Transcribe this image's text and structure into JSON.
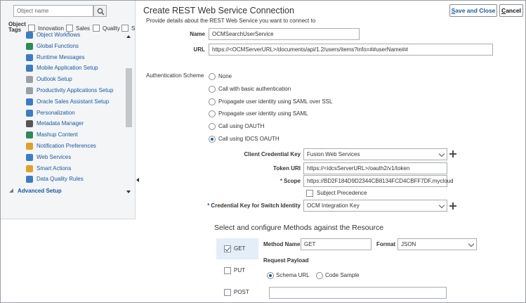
{
  "left_panel": {
    "search_placeholder": "Object name",
    "tags_label_1": "Object",
    "tags_label_2": "Tags",
    "tags": [
      "Innovation",
      "Sales",
      "Quality",
      "S"
    ],
    "nav_items": [
      {
        "label": "Object Workflows",
        "icon": "workflow-icon",
        "color": "#3b7dc4"
      },
      {
        "label": "Global Functions",
        "icon": "function-icon",
        "color": "#2e8b57"
      },
      {
        "label": "Runtime Messages",
        "icon": "message-icon",
        "color": "#3b7dc4"
      },
      {
        "label": "Mobile Application Setup",
        "icon": "mobile-icon",
        "color": "#3b7dc4"
      },
      {
        "label": "Outlook Setup",
        "icon": "outlook-icon",
        "color": "#9aa0a6"
      },
      {
        "label": "Productivity Applications Setup",
        "icon": "productivity-icon",
        "color": "#9aa0a6"
      },
      {
        "label": "Oracle Sales Assistant Setup",
        "icon": "assistant-icon",
        "color": "#3b7dc4"
      },
      {
        "label": "Personalization",
        "icon": "personalization-icon",
        "color": "#3b7dc4"
      },
      {
        "label": "Metadata Manager",
        "icon": "metadata-icon",
        "color": "#555555"
      },
      {
        "label": "Mashup Content",
        "icon": "mashup-icon",
        "color": "#2e8b57"
      },
      {
        "label": "Notification Preferences",
        "icon": "notification-icon",
        "color": "#e0a030"
      },
      {
        "label": "Web Services",
        "icon": "web-services-icon",
        "color": "#3b7dc4"
      },
      {
        "label": "Smart Actions",
        "icon": "smart-actions-icon",
        "color": "#e0a030"
      },
      {
        "label": "Data Quality Rules",
        "icon": "data-quality-icon",
        "color": "#3b7dc4"
      }
    ],
    "advanced_setup": "Advanced Setup"
  },
  "header": {
    "title": "Create REST Web Service Connection",
    "subtitle": "Provide details about the REST Web Service you want to connect to",
    "save_close": "Save and Close",
    "cancel": "Cancel"
  },
  "form": {
    "name_label": "Name",
    "name_value": "OCMSearchUserService",
    "url_label": "URL",
    "url_value": "https://<OCMServerURL>/documents/api/1.2/users/items?info=##userName##",
    "auth_label": "Authentication Scheme",
    "auth_options": [
      {
        "label": "None",
        "selected": false
      },
      {
        "label": "Call with basic authentication",
        "selected": false
      },
      {
        "label": "Propagate user identity using SAML over SSL",
        "selected": false
      },
      {
        "label": "Propagate user identity using SAML",
        "selected": false
      },
      {
        "label": "Call using OAUTH",
        "selected": false
      },
      {
        "label": "Call using IDCS OAUTH",
        "selected": true
      }
    ],
    "client_cred_label": "Client Credential Key",
    "client_cred_value": "Fusion Web Services",
    "token_uri_label": "Token URI",
    "token_uri_value": "https://<idcsServerURL>/oauth2/v1/token",
    "scope_label": "Scope",
    "scope_value": "https://BD2F184D9D2344CB8134FCD4CBFF7DF.mycloud",
    "subject_precedence": "Subject Precedence",
    "switch_identity_label": "Credential Key for Switch Identity",
    "switch_identity_value": "OCM Integration Key"
  },
  "methods": {
    "section_title": "Select and configure Methods against the Resource",
    "list": [
      {
        "label": "GET",
        "checked": true
      },
      {
        "label": "PUT",
        "checked": false
      },
      {
        "label": "POST",
        "checked": false
      }
    ],
    "method_name_label": "Method Name",
    "method_name_value": "GET",
    "format_label": "Format",
    "format_value": "JSON",
    "request_payload": "Request Payload",
    "schema_url": "Schema URL",
    "code_sample": "Code Sample",
    "schema_url_value": ""
  },
  "colors": {
    "accent": "#1a5aa0",
    "active_tab": "#e4eef8"
  }
}
